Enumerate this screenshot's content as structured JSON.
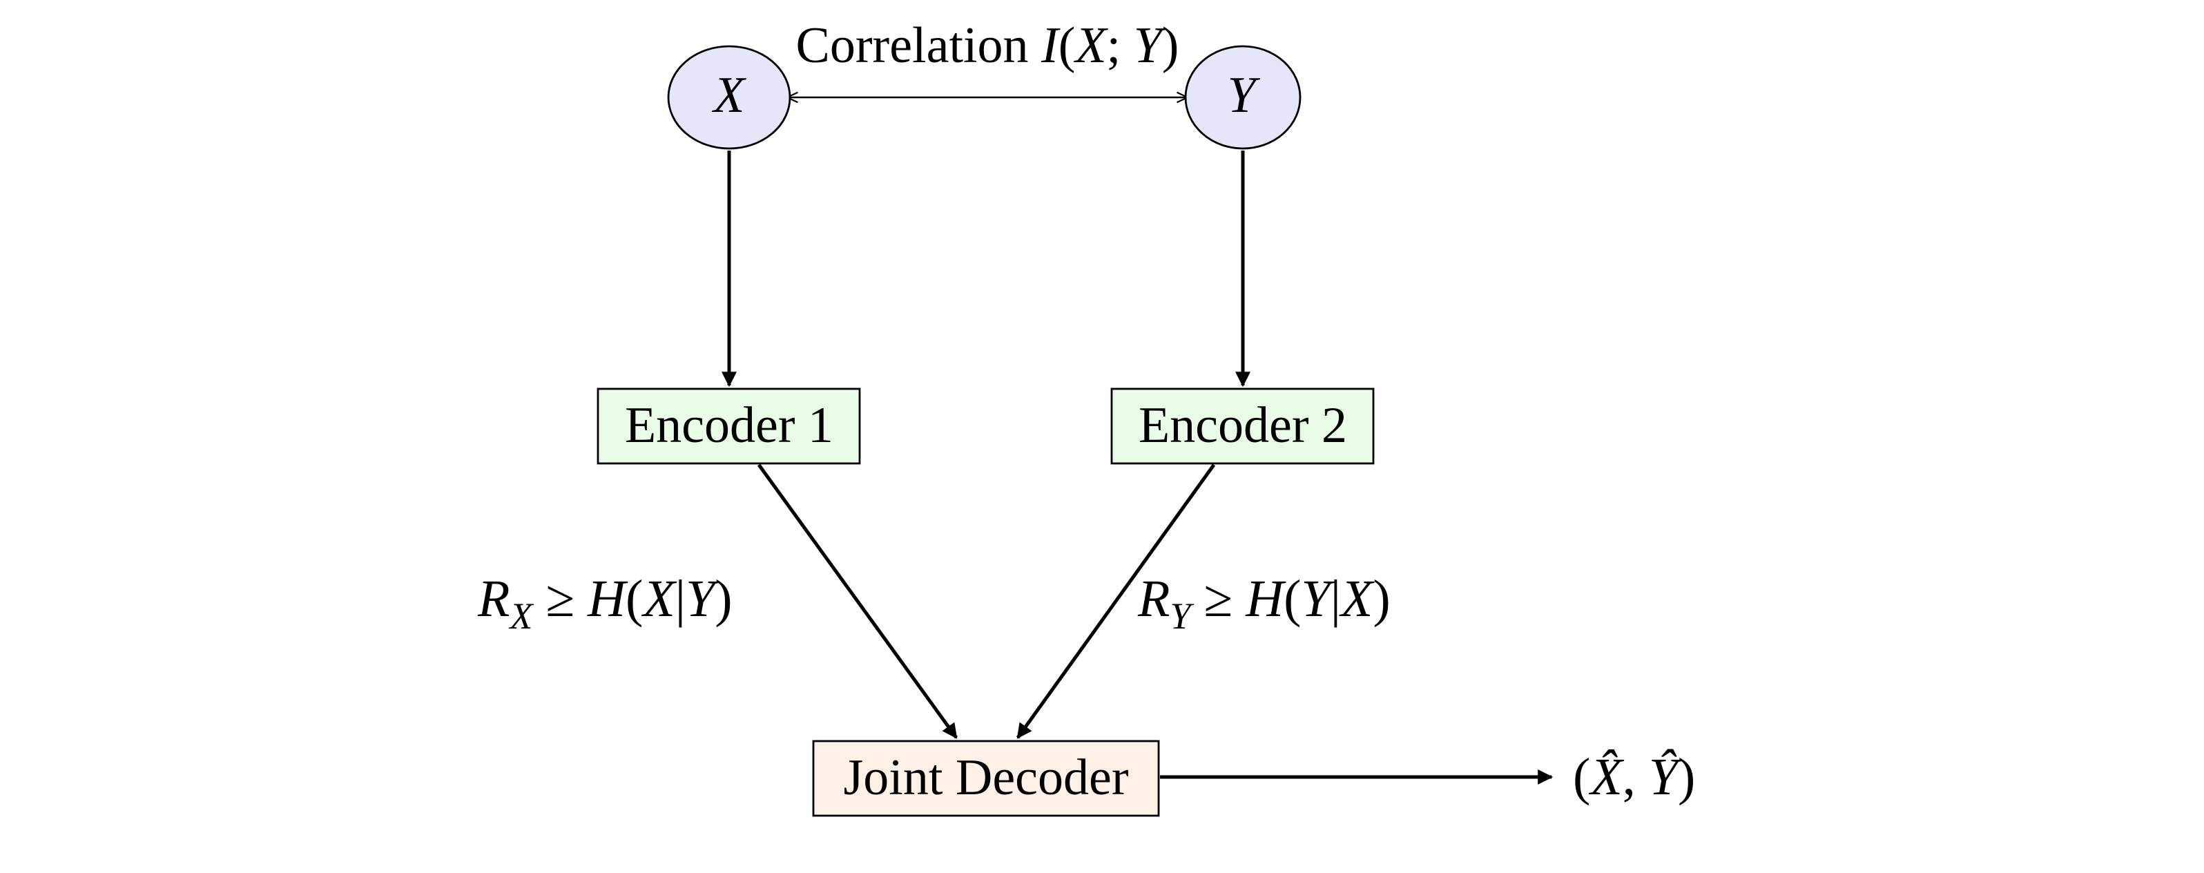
{
  "nodes": {
    "source_x": {
      "label": "X"
    },
    "source_y": {
      "label": "Y"
    },
    "encoder_1": {
      "label": "Encoder 1"
    },
    "encoder_2": {
      "label": "Encoder 2"
    },
    "joint_decoder": {
      "label": "Joint Decoder"
    }
  },
  "correlation": {
    "word": "Correlation",
    "expr_func": "I",
    "expr_open": "(",
    "expr_x": "X",
    "expr_sep": ";",
    "expr_y": "Y",
    "expr_close": ")"
  },
  "rate_x": {
    "R": "R",
    "sub": "X",
    "rel": " ≥ ",
    "H": "H",
    "open": "(",
    "a": "X",
    "bar": "|",
    "b": "Y",
    "close": ")"
  },
  "rate_y": {
    "R": "R",
    "sub": "Y",
    "rel": " ≥ ",
    "H": "H",
    "open": "(",
    "a": "Y",
    "bar": "|",
    "b": "X",
    "close": ")"
  },
  "output": {
    "open": "(",
    "x_hat": "X̂",
    "sep": ", ",
    "y_hat": "Ŷ",
    "close": ")"
  },
  "colors": {
    "source_fill": "#E6E6FA",
    "encoder_fill": "#E8FCE8",
    "decoder_fill": "#FDF0E6",
    "stroke": "#000000"
  }
}
